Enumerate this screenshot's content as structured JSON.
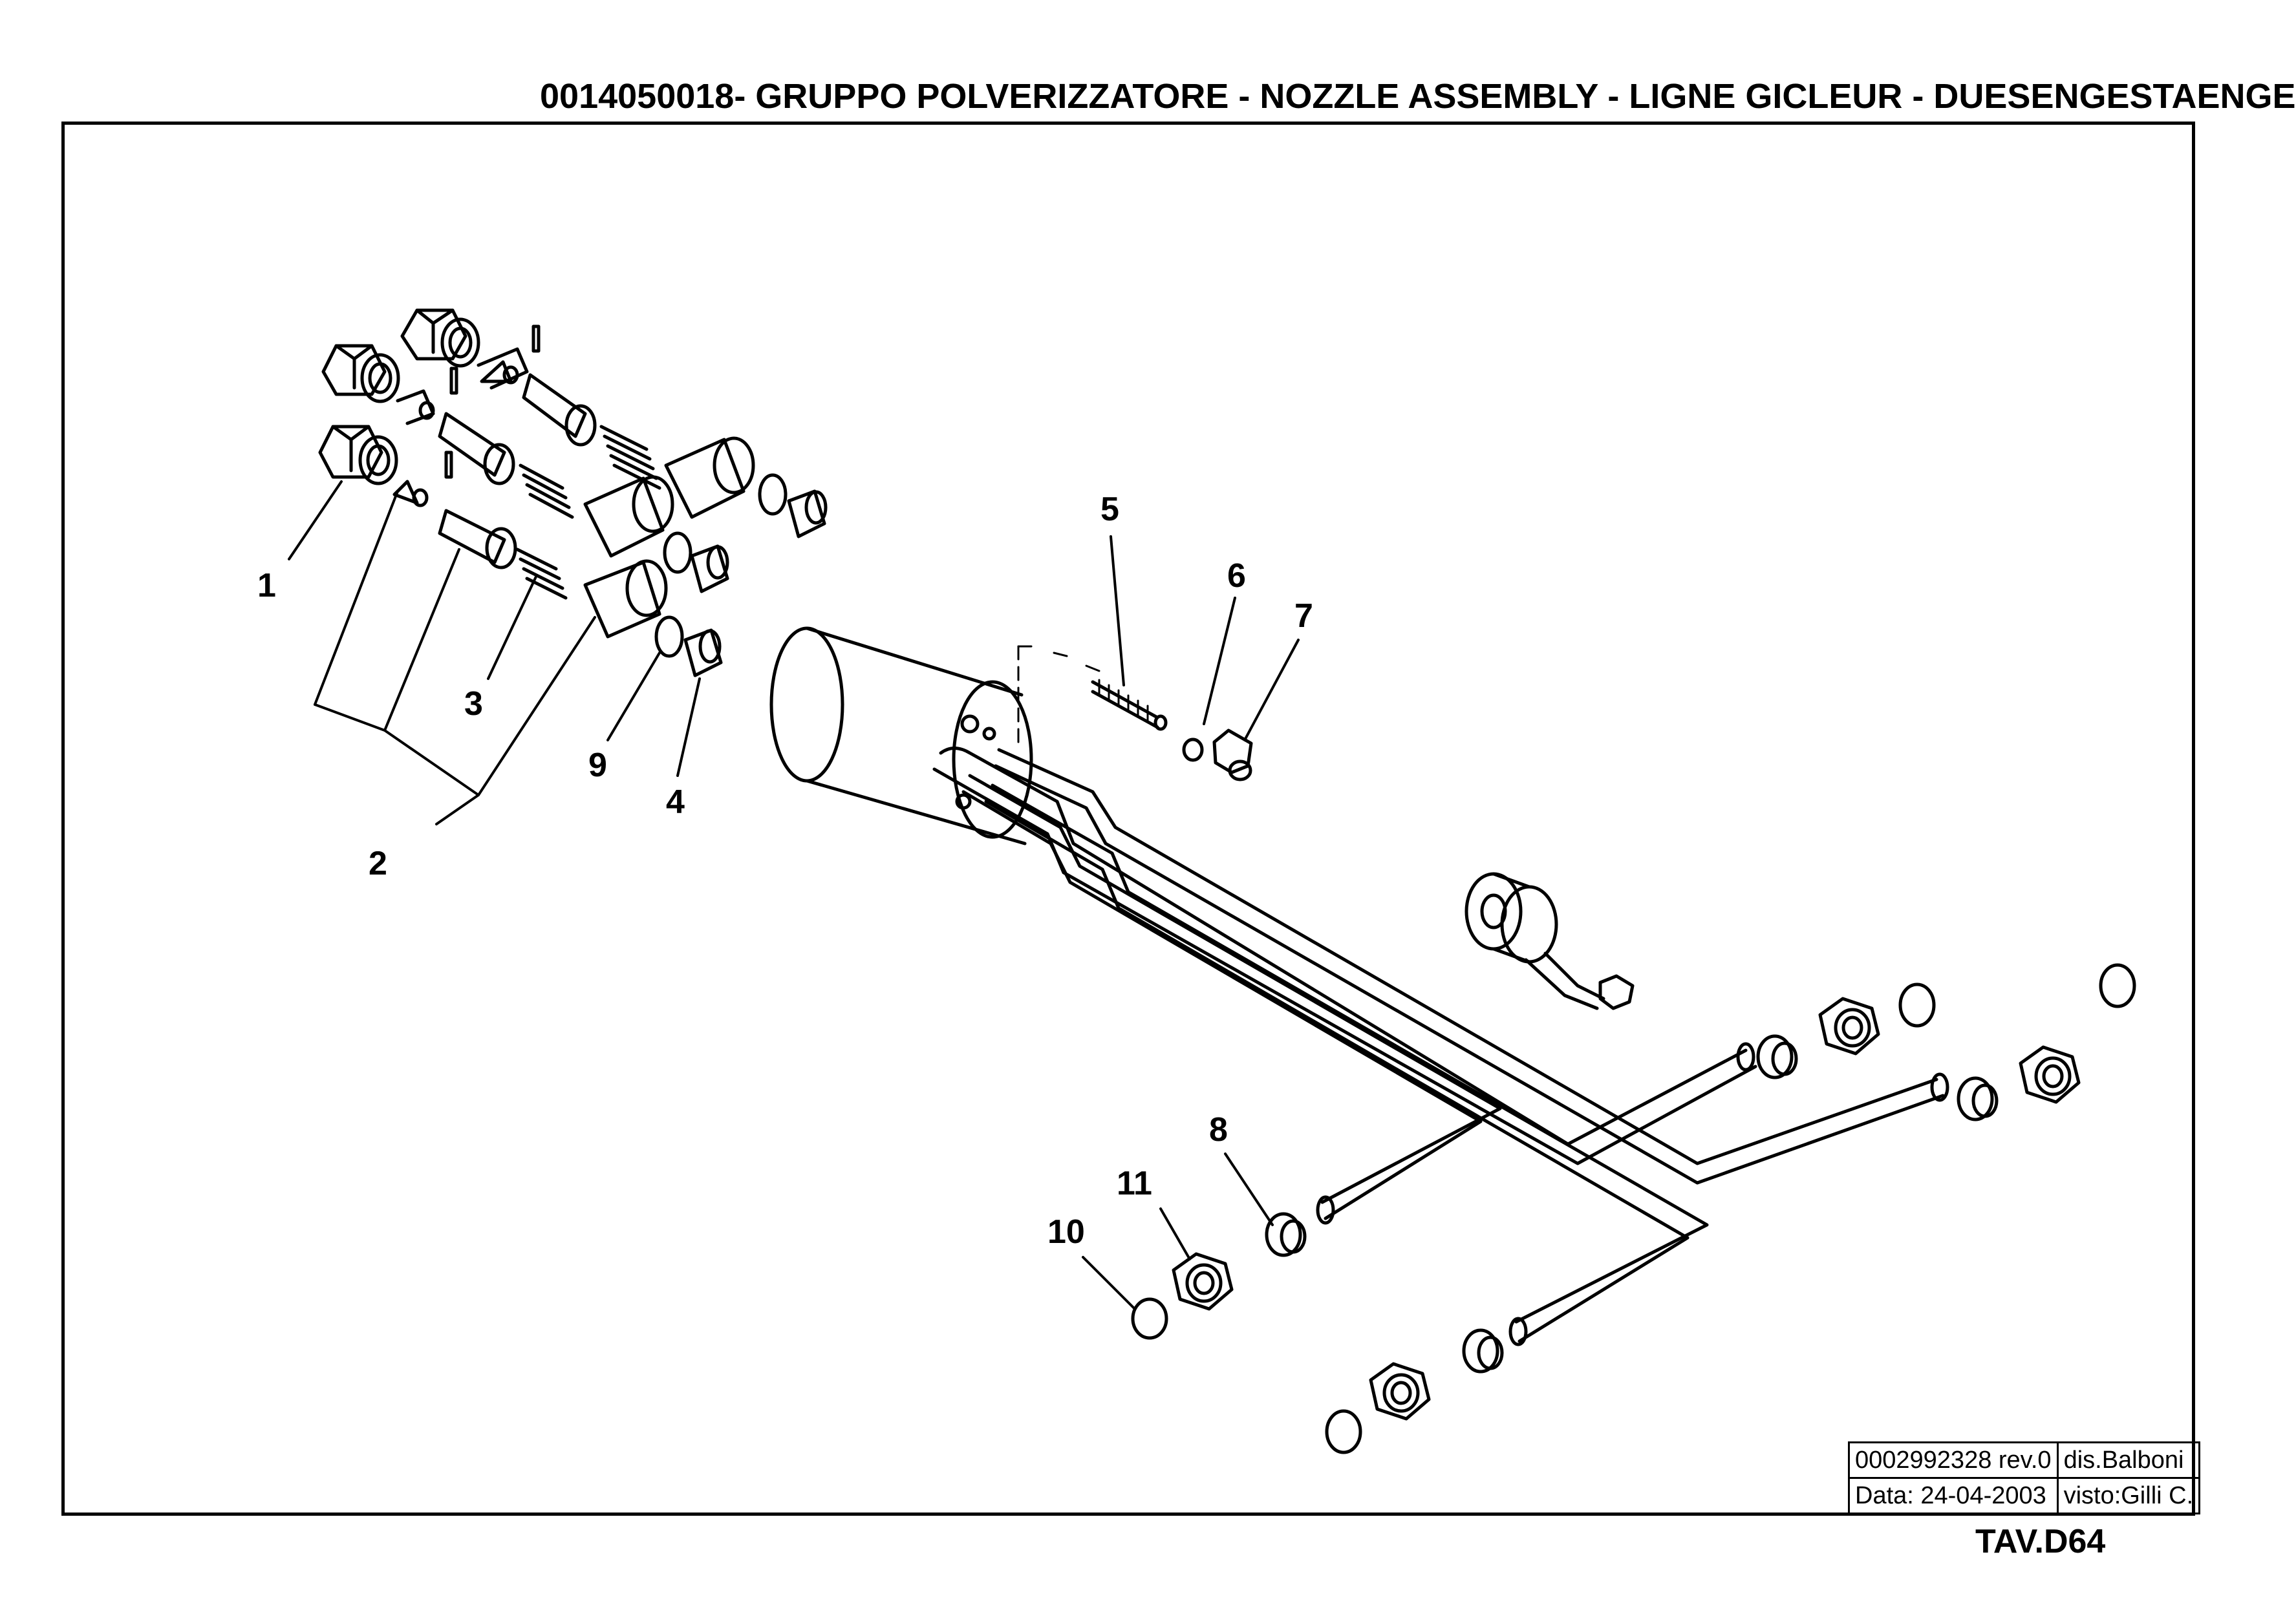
{
  "title": "0014050018- GRUPPO  POLVERIZZATORE -  NOZZLE ASSEMBLY - LIGNE GICLEUR - DUESENGESTAENGE",
  "callouts": [
    "1",
    "2",
    "3",
    "4",
    "5",
    "6",
    "7",
    "8",
    "9",
    "10",
    "11"
  ],
  "title_block": {
    "drawing_no": "0002992328  rev.0",
    "drawn_by": "dis.Balboni",
    "date": "Data:  24-04-2003",
    "checked_by": "visto:Gilli C."
  },
  "sheet": "TAV.D64"
}
